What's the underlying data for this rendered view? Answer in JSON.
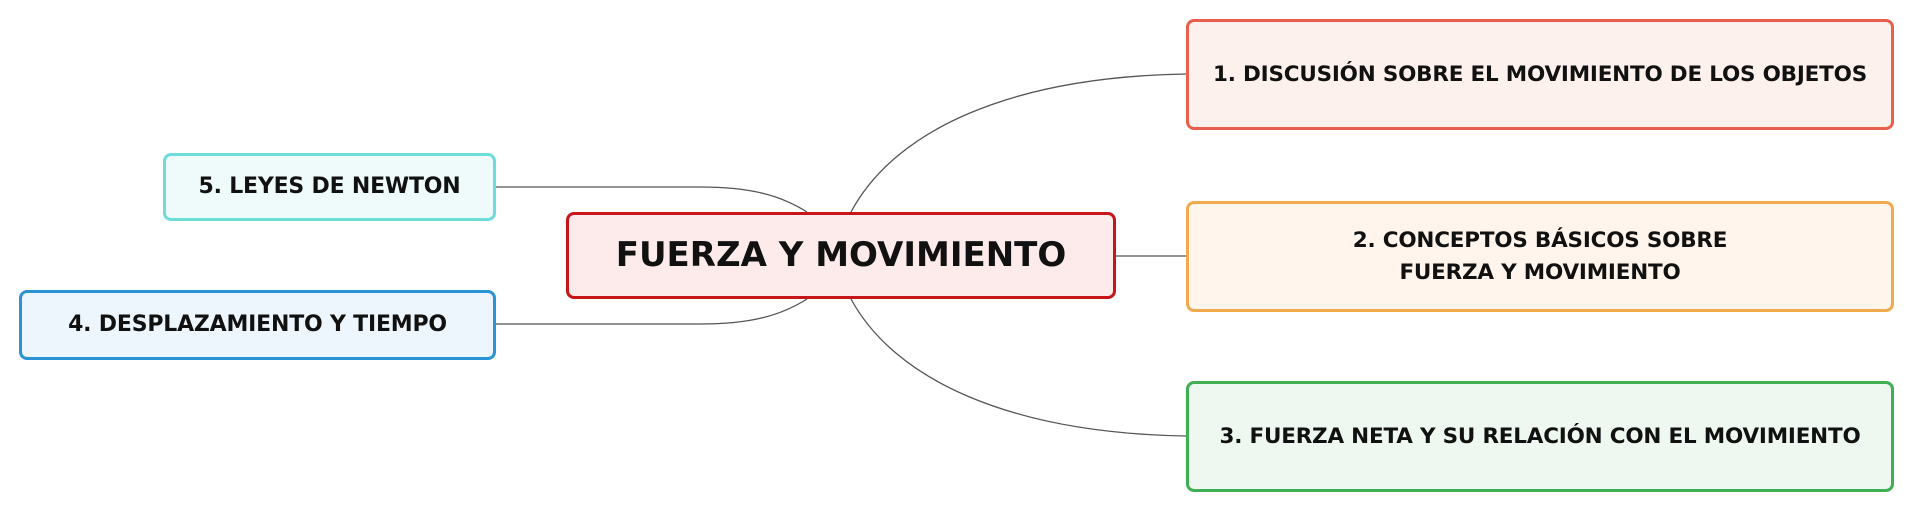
{
  "central": {
    "label": "FUERZA Y MOVIMIENTO",
    "border_color": "#c7161b",
    "fill_color": "#fdeaea"
  },
  "topics": [
    {
      "id": "t1",
      "label": "1. DISCUSIÓN SOBRE EL MOVIMIENTO DE LOS OBJETOS",
      "border_color": "#e8604c",
      "fill_color": "#fdf1ee",
      "side": "right"
    },
    {
      "id": "t2",
      "label": "2. CONCEPTOS BÁSICOS SOBRE FUERZA Y MOVIMIENTO",
      "border_color": "#f0a94c",
      "fill_color": "#fff5ec",
      "side": "right"
    },
    {
      "id": "t3",
      "label": "3. FUERZA NETA Y SU RELACIÓN CON EL MOVIMIENTO",
      "border_color": "#3fae54",
      "fill_color": "#eff8f0",
      "side": "right"
    },
    {
      "id": "t4",
      "label": "4. DESPLAZAMIENTO Y TIEMPO",
      "border_color": "#2a93d5",
      "fill_color": "#eef6fd",
      "side": "left"
    },
    {
      "id": "t5",
      "label": "5. LEYES DE NEWTON",
      "border_color": "#6fdcdc",
      "fill_color": "#effbfb",
      "side": "left"
    }
  ],
  "connector_color": "#555555"
}
